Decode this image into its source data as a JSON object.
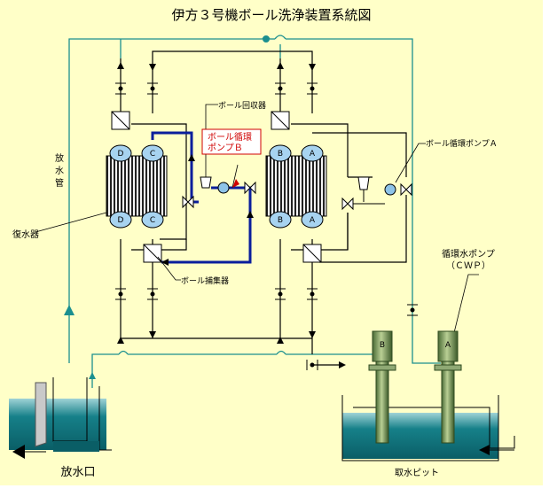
{
  "title": "伊方３号機ボール洗浄装置系統図",
  "labels": {
    "ball_collector": "ボール回収器",
    "pump_b_line1": "ボール循環",
    "pump_b_line2": "ポンプＢ",
    "pump_a": "ボール循環ポンプＡ",
    "discharge_pipe_1": "放",
    "discharge_pipe_2": "水",
    "discharge_pipe_3": "管",
    "condenser": "復水器",
    "ball_catcher": "ボール捕集器",
    "cwp_line1": "循環水ポンプ",
    "cwp_line2": "（ＣＷＰ）",
    "outlet": "放水口",
    "intake_pit": "取水ピット"
  },
  "unit_letters": {
    "left_1": "D",
    "left_2": "C",
    "right_1": "B",
    "right_2": "A",
    "pump_b": "B",
    "pump_a": "A"
  },
  "colors": {
    "background": "#ffffc8",
    "pipe_teal": "#1a8f8f",
    "pipe_black": "#000000",
    "ball_line_blue": "#0a1e9c",
    "label_red": "#d00000",
    "water": "#0f7f86",
    "pump_green": "#6f8f4f"
  }
}
